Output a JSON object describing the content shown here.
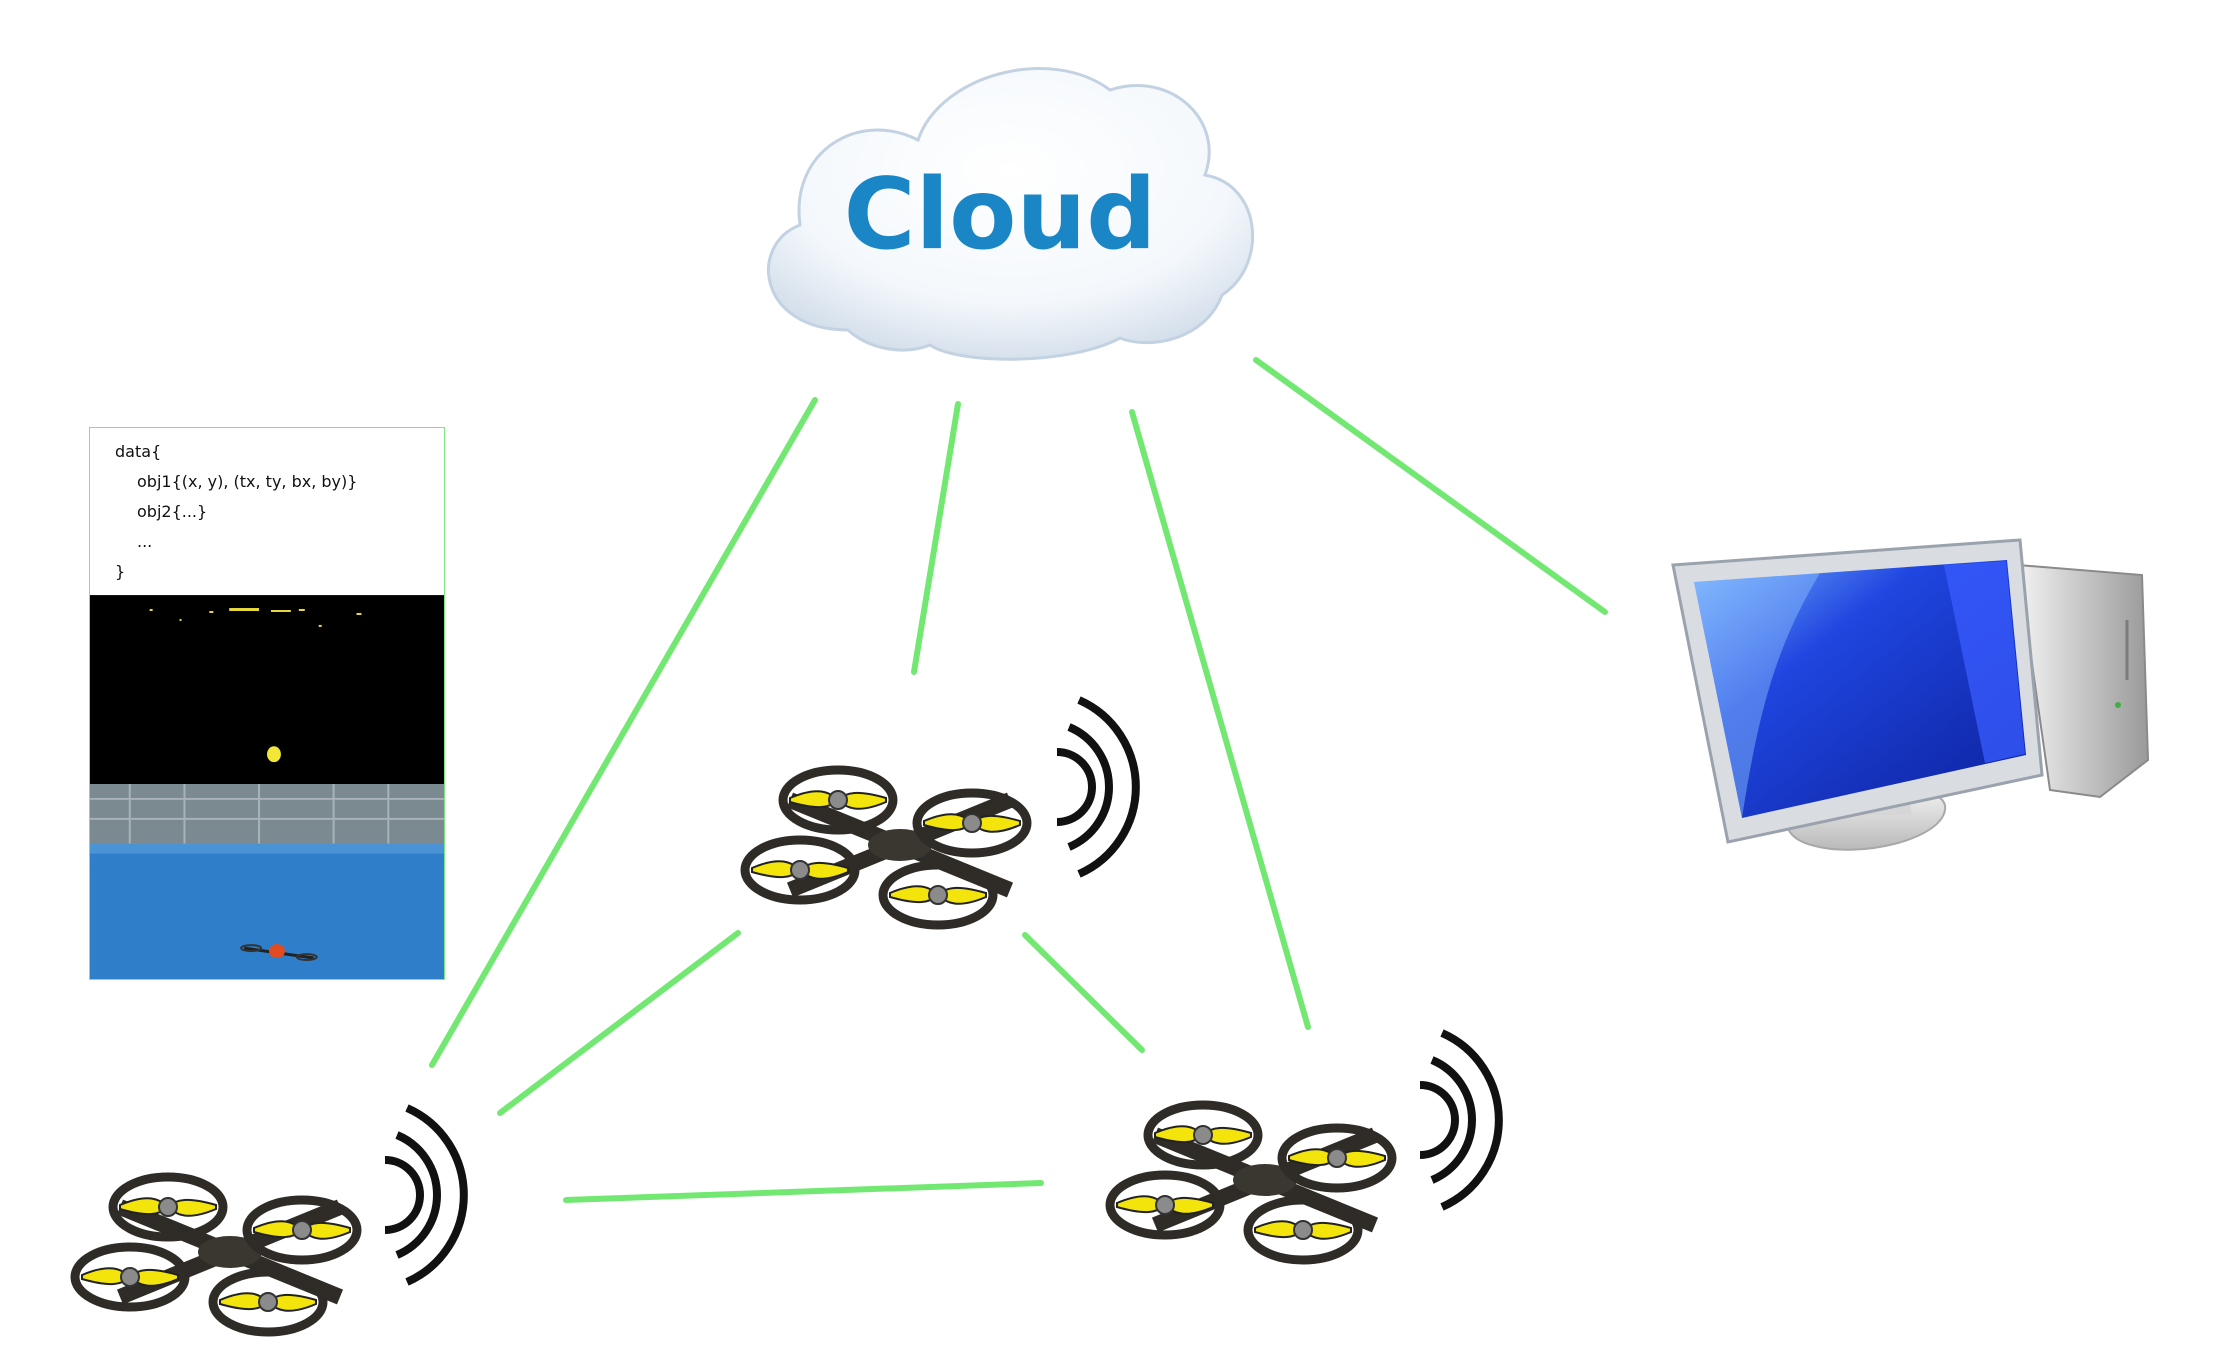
{
  "cloud": {
    "label": "Cloud"
  },
  "data_panel": {
    "lines": [
      "data{",
      "obj1{(x, y), (tx, ty, bx, by)}",
      "obj2{...}",
      "...",
      "}"
    ]
  },
  "colors": {
    "link": "#72e872",
    "cloud_text": "#1b86c6",
    "drone_frame": "#2f2b26",
    "propeller": "#f3e40c",
    "screen": "#1f3fd4",
    "floor": "#2f7ec9"
  },
  "icons": [
    "cloud-icon",
    "computer-monitor-icon",
    "drone-icon",
    "wifi-signal-icon"
  ]
}
